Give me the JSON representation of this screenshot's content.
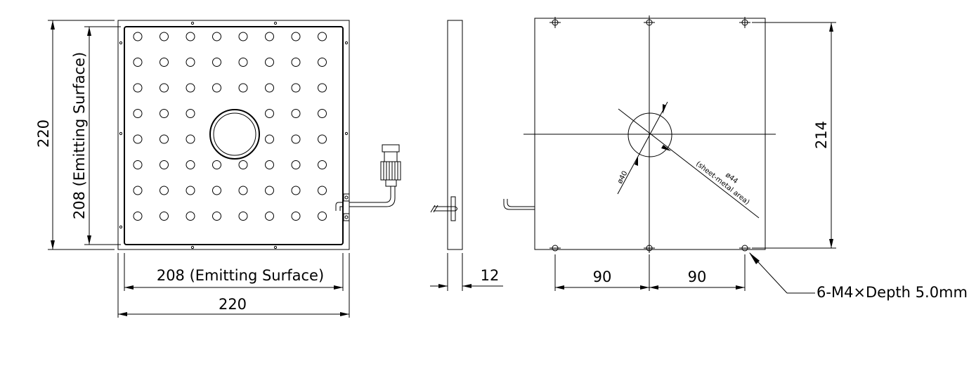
{
  "front_view": {
    "width_label": "220",
    "emitting_width_label": "208 (Emitting Surface)",
    "height_label": "220",
    "emitting_height_label": "208 (Emitting Surface)",
    "led_rows": 8,
    "led_cols": 8
  },
  "side_view": {
    "thickness_label": "12"
  },
  "back_view": {
    "height_label": "214",
    "left_spacing_label": "90",
    "right_spacing_label": "90",
    "bore_label": "ø40",
    "outer_label": "ø44",
    "outer_note": "(sheet-metal area)",
    "mount_note": "6-M4×Depth 5.0mm"
  }
}
